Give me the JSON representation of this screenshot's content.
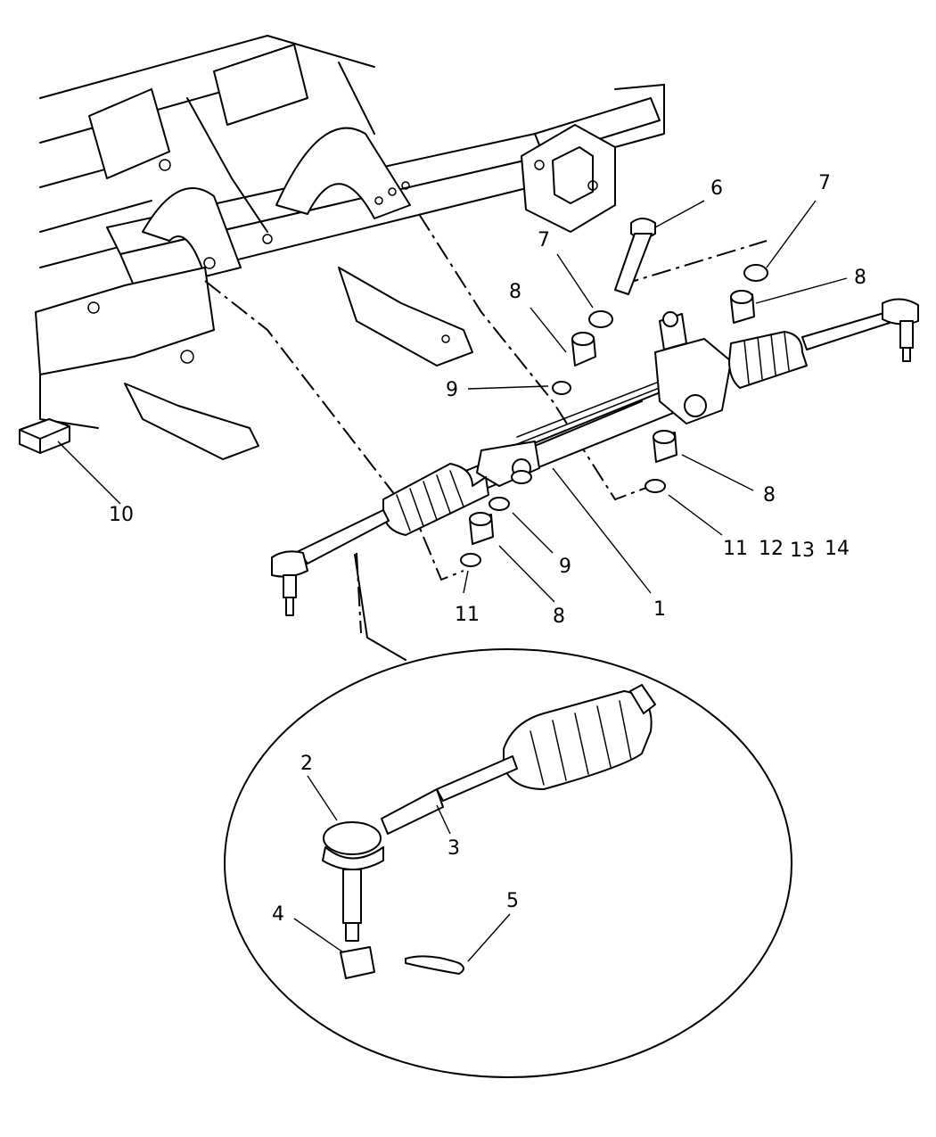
{
  "callouts": {
    "c1": "1",
    "c2": "2",
    "c3": "3",
    "c4": "4",
    "c5": "5",
    "c6": "6",
    "c7a": "7",
    "c7b": "7",
    "c8a": "8",
    "c8b": "8",
    "c8c": "8",
    "c8d": "8",
    "c9a": "9",
    "c9b": "9",
    "c10": "10",
    "c11a": "11",
    "c11b": "11",
    "c12": "12",
    "c13": "13",
    "c14": "14"
  }
}
